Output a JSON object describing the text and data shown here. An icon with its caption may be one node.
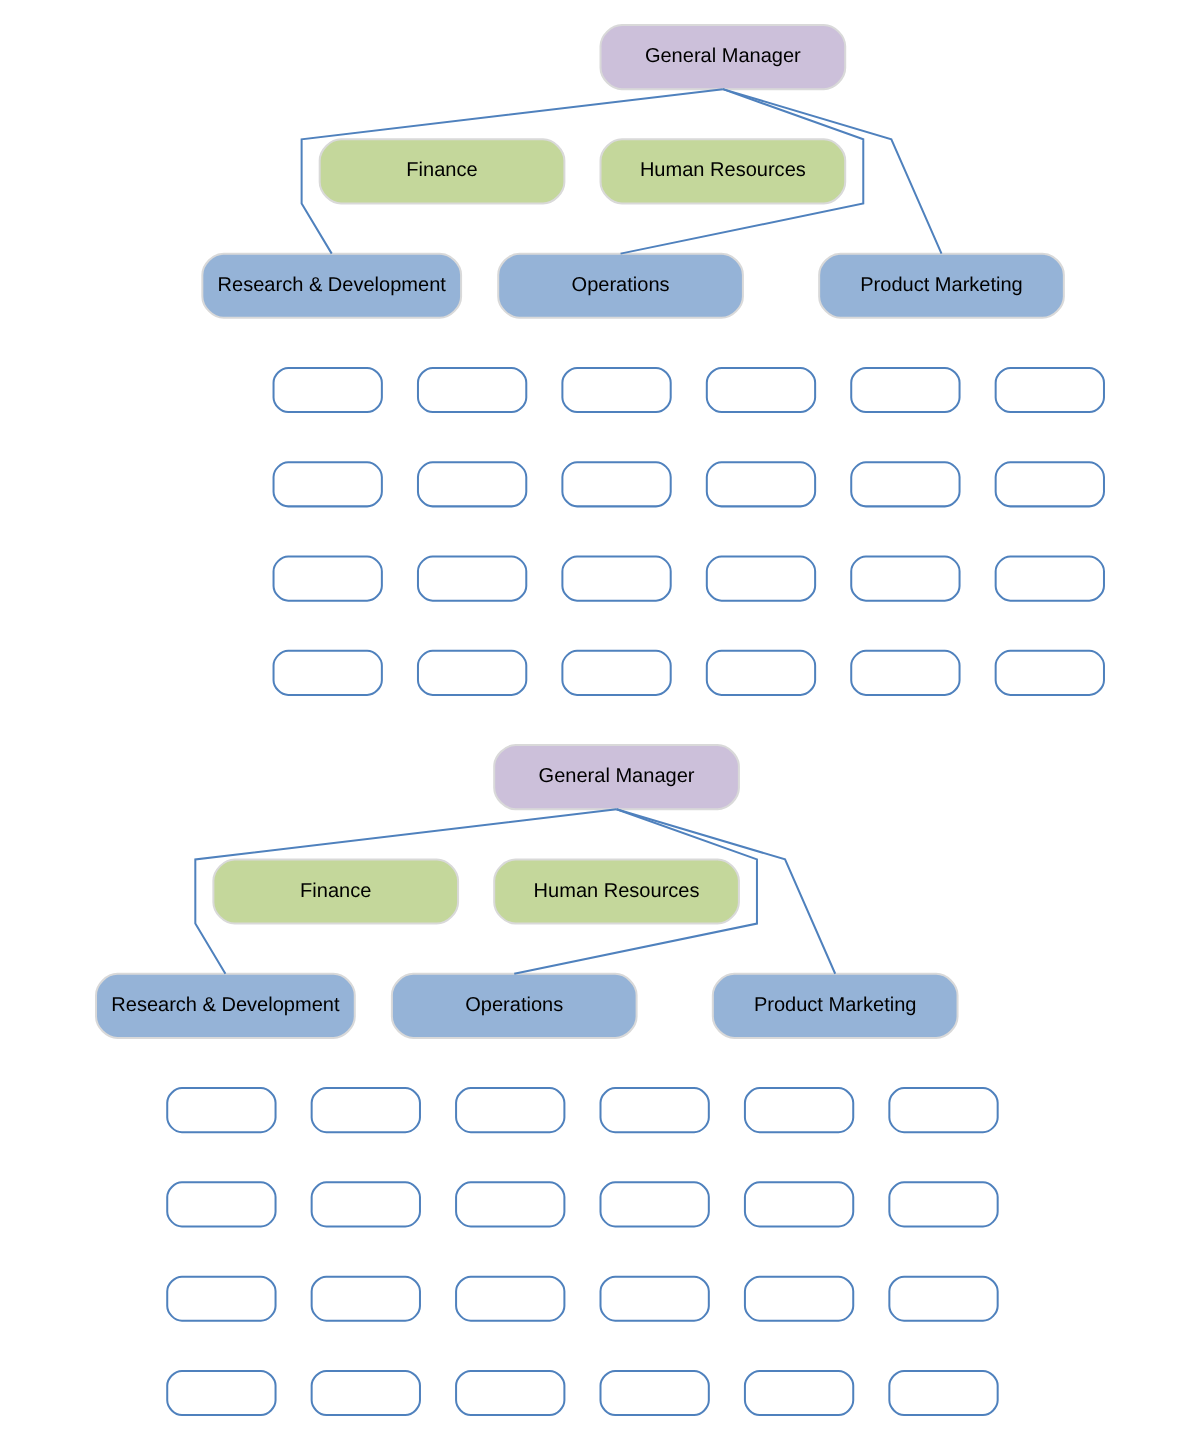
{
  "diagram": {
    "nodes": [
      {
        "text": [
          "General Manager"
        ]
      },
      {
        "text": [
          "Finance"
        ]
      },
      {
        "text": [
          "Human Resources"
        ]
      },
      {
        "text": [
          "Research & Development"
        ]
      },
      {
        "text": [
          "Operations"
        ]
      },
      {
        "text": [
          "Product Marketing"
        ]
      },
      {
        "text": [],
        "shape": "box"
      },
      {
        "text": [],
        "shape": "box"
      },
      {
        "text": [],
        "shape": "box"
      },
      {
        "text": [],
        "shape": "box"
      },
      {
        "text": [],
        "shape": "box"
      },
      {
        "text": [],
        "shape": "box"
      },
      {
        "text": [],
        "shape": "box"
      },
      {
        "text": [],
        "shape": "box"
      },
      {
        "text": [],
        "shape": "box"
      },
      {
        "text": [],
        "shape": "box"
      },
      {
        "text": [],
        "shape": "box"
      },
      {
        "text": [],
        "shape": "box"
      },
      {
        "text": [],
        "shape": "box"
      },
      {
        "text": [],
        "shape": "box"
      },
      {
        "text": [],
        "shape": "box"
      },
      {
        "text": [],
        "shape": "box"
      },
      {
        "text": [],
        "shape": "box"
      },
      {
        "text": [],
        "shape": "box"
      },
      {
        "text": [],
        "shape": "box"
      },
      {
        "text": [],
        "shape": "box"
      },
      {
        "text": [],
        "shape": "box"
      },
      {
        "text": [],
        "shape": "box"
      },
      {
        "text": [],
        "shape": "box"
      },
      {
        "text": [],
        "shape": "box"
      },
      {
        "text": [
          "General Manager"
        ]
      },
      {
        "text": [
          "Finance"
        ]
      },
      {
        "text": [
          "Human Resources"
        ]
      },
      {
        "text": [
          "Research & Development"
        ]
      },
      {
        "text": [
          "Operations"
        ]
      },
      {
        "text": [
          "Product Marketing"
        ]
      },
      {
        "text": [],
        "shape": "box"
      },
      {
        "text": [],
        "shape": "box"
      },
      {
        "text": [],
        "shape": "box"
      },
      {
        "text": [],
        "shape": "box"
      },
      {
        "text": [],
        "shape": "box"
      },
      {
        "text": [],
        "shape": "box"
      },
      {
        "text": [],
        "shape": "box"
      },
      {
        "text": [],
        "shape": "box"
      },
      {
        "text": [],
        "shape": "box"
      },
      {
        "text": [],
        "shape": "box"
      },
      {
        "text": [],
        "shape": "box"
      },
      {
        "text": [],
        "shape": "box"
      },
      {
        "text": [],
        "shape": "box"
      },
      {
        "text": [],
        "shape": "box"
      },
      {
        "text": [],
        "shape": "box"
      },
      {
        "text": [],
        "shape": "box"
      },
      {
        "text": [],
        "shape": "box"
      },
      {
        "text": [],
        "shape": "box"
      },
      {
        "text": [],
        "shape": "box"
      },
      {
        "text": [],
        "shape": "box"
      },
      {
        "text": [],
        "shape": "box"
      },
      {
        "text": [],
        "shape": "box"
      },
      {
        "text": [],
        "shape": "box"
      },
      {
        "text": [],
        "shape": "box"
      }
    ],
    "edges": [
      {
        "from": 0,
        "to": 3,
        "arrow": "none"
      },
      {
        "from": 0,
        "to": 4,
        "arrow": "none"
      },
      {
        "from": 0,
        "to": 5,
        "arrow": "none"
      },
      {
        "from": 30,
        "to": 33,
        "arrow": "none"
      },
      {
        "from": 30,
        "to": 34,
        "arrow": "none"
      },
      {
        "from": 30,
        "to": 35,
        "arrow": "none"
      }
    ]
  }
}
